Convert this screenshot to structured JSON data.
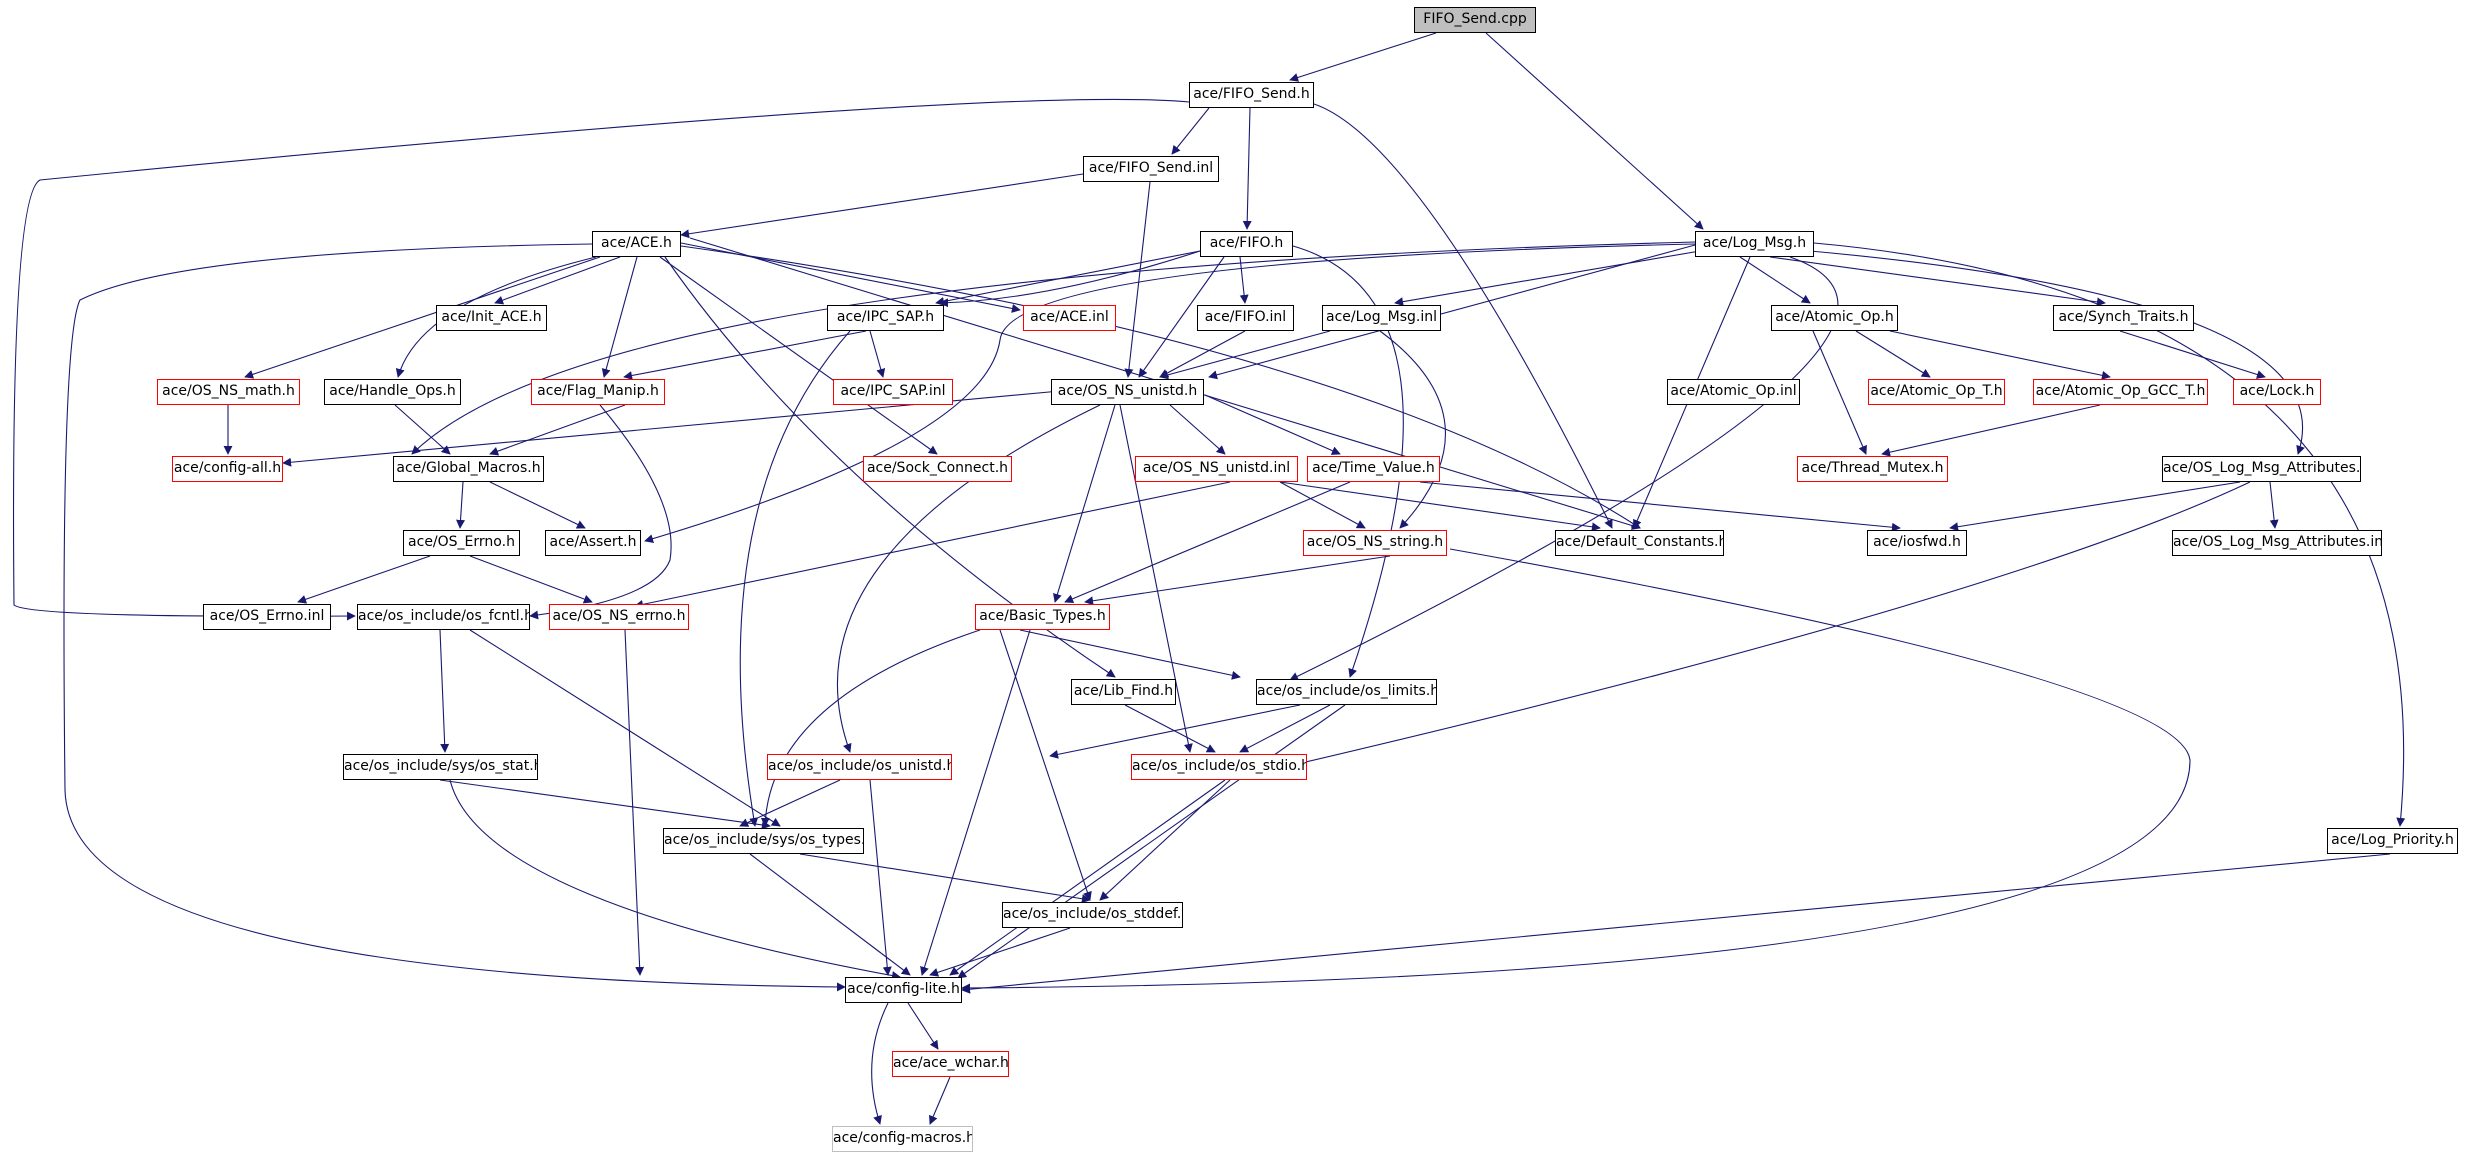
{
  "diagram": {
    "colors": {
      "edge": "#191970",
      "node_border": "#000000",
      "undocumented_border": "#ff0000",
      "external_border": "#bfbfbf",
      "root_fill": "#bfbfbf"
    },
    "nodes": {
      "fifo_send_cpp": "FIFO_Send.cpp",
      "fifo_send_h": "ace/FIFO_Send.h",
      "fifo_send_inl": "ace/FIFO_Send.inl",
      "ace_h": "ace/ACE.h",
      "fifo_h": "ace/FIFO.h",
      "log_msg_h": "ace/Log_Msg.h",
      "init_ace_h": "ace/Init_ACE.h",
      "ipc_sap_h": "ace/IPC_SAP.h",
      "ace_inl": "ace/ACE.inl",
      "fifo_inl": "ace/FIFO.inl",
      "log_msg_inl": "ace/Log_Msg.inl",
      "atomic_op_h": "ace/Atomic_Op.h",
      "synch_traits_h": "ace/Synch_Traits.h",
      "os_ns_math_h": "ace/OS_NS_math.h",
      "handle_ops_h": "ace/Handle_Ops.h",
      "flag_manip_h": "ace/Flag_Manip.h",
      "ipc_sap_inl": "ace/IPC_SAP.inl",
      "os_ns_unistd_h": "ace/OS_NS_unistd.h",
      "atomic_op_inl": "ace/Atomic_Op.inl",
      "atomic_op_t_h": "ace/Atomic_Op_T.h",
      "atomic_op_gcc_t_h": "ace/Atomic_Op_GCC_T.h",
      "lock_h": "ace/Lock.h",
      "config_all_h": "ace/config-all.h",
      "global_macros_h": "ace/Global_Macros.h",
      "sock_connect_h": "ace/Sock_Connect.h",
      "os_ns_unistd_inl": "ace/OS_NS_unistd.inl",
      "time_value_h": "ace/Time_Value.h",
      "thread_mutex_h": "ace/Thread_Mutex.h",
      "os_log_msg_attributes_h": "ace/OS_Log_Msg_Attributes.h",
      "os_errno_h": "ace/OS_Errno.h",
      "assert_h": "ace/Assert.h",
      "os_ns_string_h": "ace/OS_NS_string.h",
      "default_constants_h": "ace/Default_Constants.h",
      "iosfwd_h": "ace/iosfwd.h",
      "os_log_msg_attributes_inl": "ace/OS_Log_Msg_Attributes.inl",
      "os_errno_inl": "ace/OS_Errno.inl",
      "os_fcntl_h": "ace/os_include/os_fcntl.h",
      "os_ns_errno_h": "ace/OS_NS_errno.h",
      "basic_types_h": "ace/Basic_Types.h",
      "lib_find_h": "ace/Lib_Find.h",
      "os_limits_h": "ace/os_include/os_limits.h",
      "os_stat_h": "ace/os_include/sys/os_stat.h",
      "os_unistd_h": "ace/os_include/os_unistd.h",
      "os_stdio_h": "ace/os_include/os_stdio.h",
      "os_types_h": "ace/os_include/sys/os_types.h",
      "log_priority_h": "ace/Log_Priority.h",
      "os_stddef_h": "ace/os_include/os_stddef.h",
      "config_lite_h": "ace/config-lite.h",
      "ace_wchar_h": "ace/ace_wchar.h",
      "config_macros_h": "ace/config-macros.h"
    }
  }
}
